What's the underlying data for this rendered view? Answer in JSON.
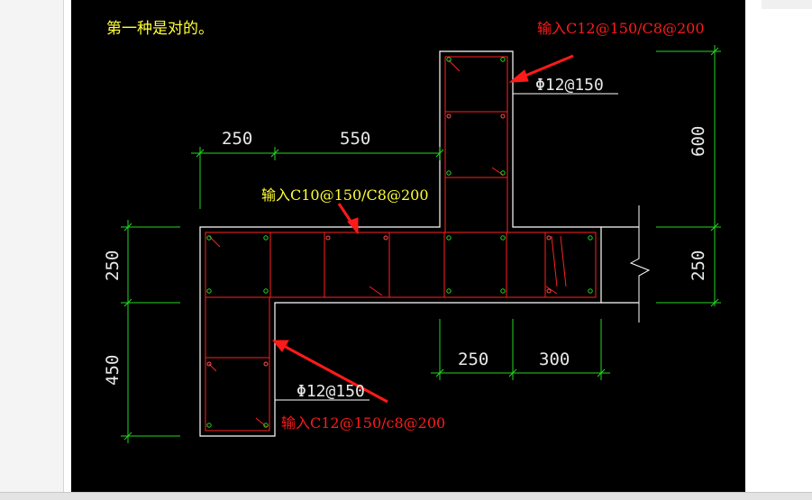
{
  "colors": {
    "background": "#000000",
    "outline": "#ffffff",
    "rebar": "#ff2020",
    "dimension": "#22d822",
    "dimension_text": "#e8e8e8",
    "note_yellow": "#ffff33",
    "note_red": "#ff1a1a",
    "arrow": "#ff1a1a",
    "stirrup_dot": "#22d822"
  },
  "notes": {
    "top_left": "第一种是对的。",
    "top_right": "输入C12@150/C8@200",
    "middle": "输入C10@150/C8@200",
    "bottom": "输入C12@150/c8@200"
  },
  "bar_labels": {
    "upper": "Φ12@150",
    "lower": "Φ12@150"
  },
  "dimensions": {
    "top_left": "250",
    "top_right": "550",
    "right_upper": "600",
    "right_lower": "250",
    "left_upper": "250",
    "left_lower": "450",
    "bottom_left": "250",
    "bottom_right": "300"
  }
}
